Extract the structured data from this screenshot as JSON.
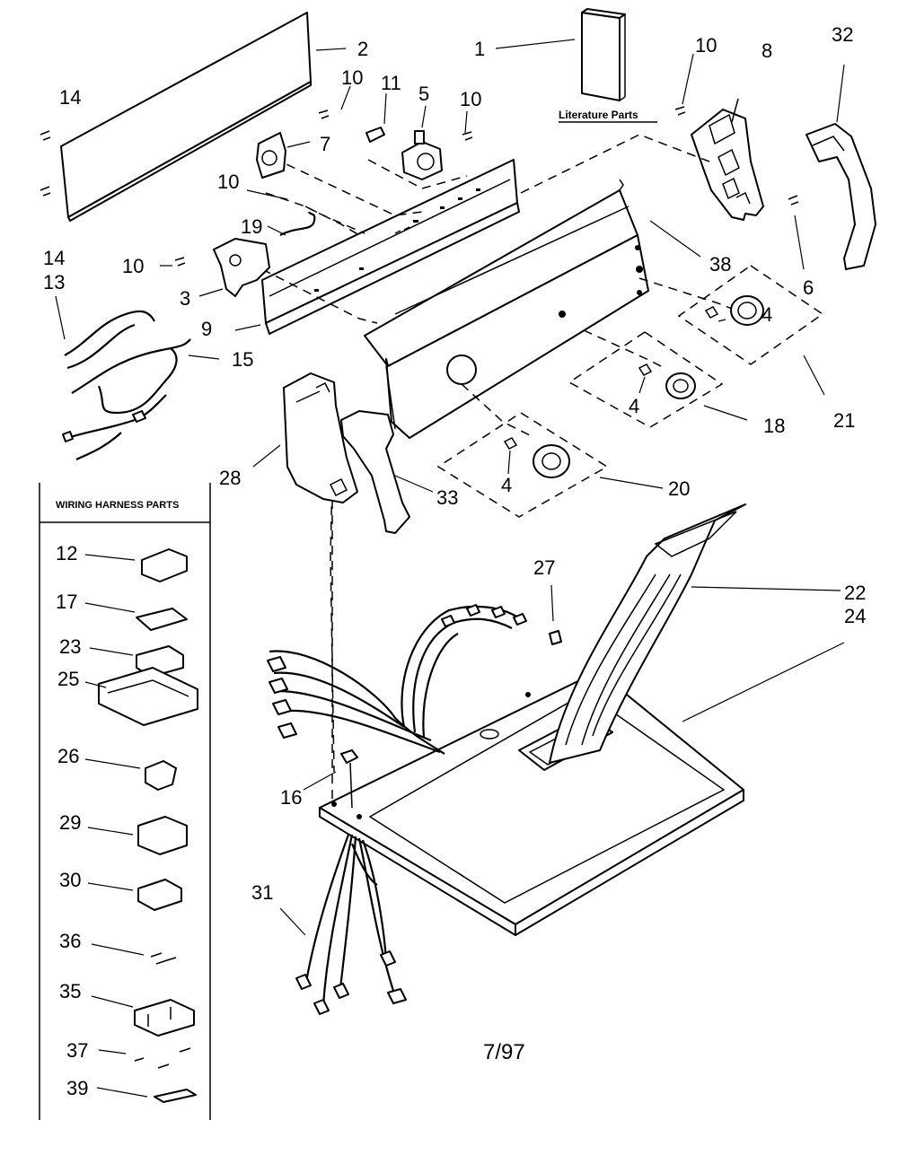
{
  "date_code": "7/97",
  "literature_label": "Literature Parts",
  "wiring_harness_title": "WIRING HARNESS PARTS",
  "callouts": {
    "c1": "1",
    "c2": "2",
    "c3": "3",
    "c4a": "4",
    "c4b": "4",
    "c4c": "4",
    "c5": "5",
    "c6": "6",
    "c7": "7",
    "c8": "8",
    "c9": "9",
    "c10a": "10",
    "c10b": "10",
    "c10c": "10",
    "c10d": "10",
    "c10e": "10",
    "c11": "11",
    "c13": "13",
    "c14a": "14",
    "c14b": "14",
    "c15": "15",
    "c16": "16",
    "c18": "18",
    "c19": "19",
    "c20": "20",
    "c21": "21",
    "c22": "22",
    "c24": "24",
    "c27": "27",
    "c28": "28",
    "c31": "31",
    "c32": "32",
    "c33": "33",
    "c38": "38"
  },
  "harness_parts": [
    "12",
    "17",
    "23",
    "25",
    "26",
    "29",
    "30",
    "36",
    "35",
    "37",
    "39"
  ]
}
